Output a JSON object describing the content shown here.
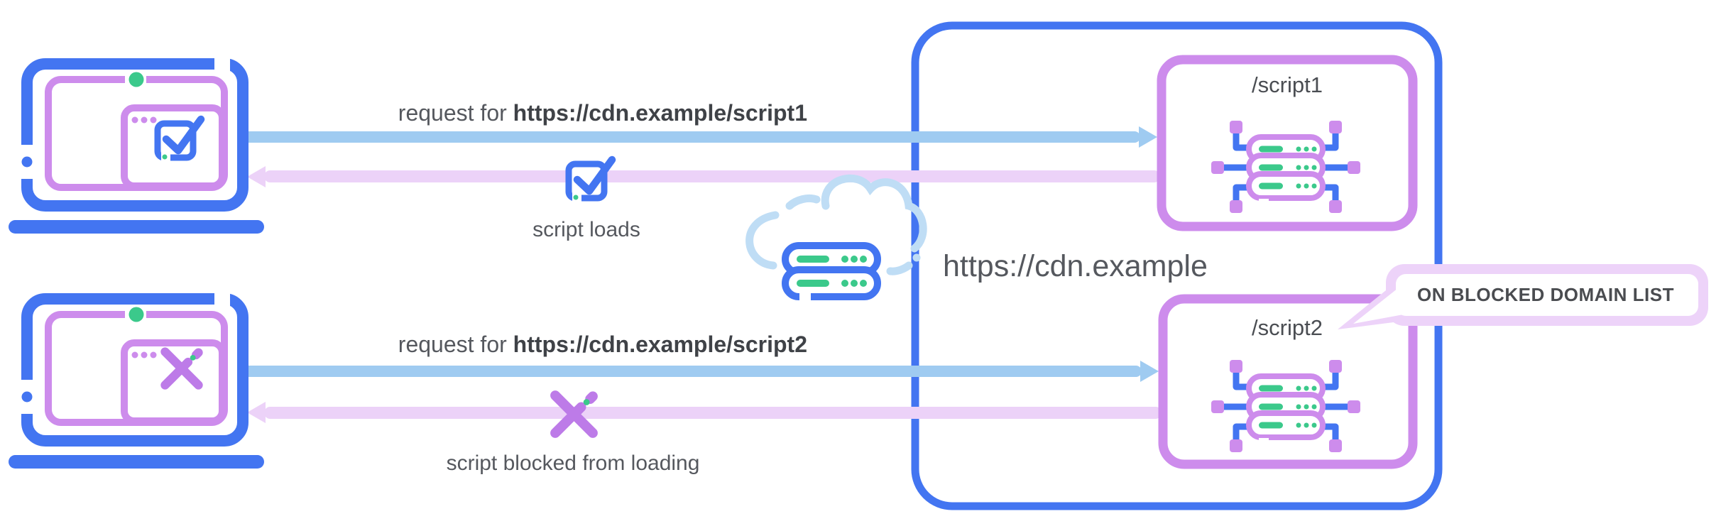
{
  "flows": [
    {
      "request_prefix": "request for ",
      "request_url": "https://cdn.example/script1",
      "response_label": "script loads",
      "response_icon": "check-square-icon",
      "result": "allowed"
    },
    {
      "request_prefix": "request for ",
      "request_url": "https://cdn.example/script2",
      "response_label": "script blocked from loading",
      "response_icon": "blocked-x-icon",
      "result": "blocked"
    }
  ],
  "clients": [
    {
      "device": "laptop",
      "status_icon": "check-square-icon"
    },
    {
      "device": "laptop",
      "status_icon": "blocked-x-icon"
    }
  ],
  "network": {
    "icon": "cloud-server-icon"
  },
  "cdn": {
    "domain": "https://cdn.example",
    "endpoints": [
      {
        "path": "/script1"
      },
      {
        "path": "/script2",
        "callout": "ON BLOCKED DOMAIN LIST"
      }
    ]
  },
  "colors": {
    "blue": "#4375F1",
    "light_blue_arrow": "#9FCBF1",
    "lavender_arrow": "#ECD2F8",
    "callout_border": "#EDD3F9",
    "purple_outline": "#CD8CEC",
    "x_purple": "#BD7BE8",
    "green": "#3BC98B",
    "cloud_blue": "#BFDDF5",
    "text_gray": "#55585E",
    "text_dark": "#3F4247"
  }
}
